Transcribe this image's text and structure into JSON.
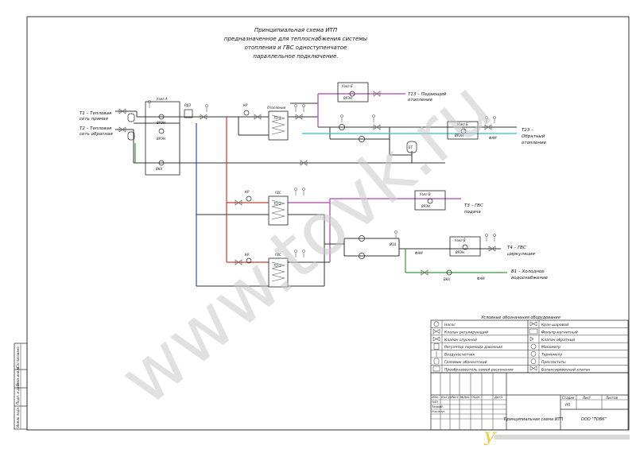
{
  "title": {
    "line1": "Принципиальная схема ИТП",
    "line2": "предназначенное для теплоснабжения системы",
    "line3": "отопления и ГВС одноступенчатое",
    "line4": "параллельное подключение."
  },
  "pipes": {
    "t1": {
      "label1": "Т1 – Тепловая",
      "label2": "сеть прямая"
    },
    "t2": {
      "label1": "Т2 – Тепловая",
      "label2": "сеть обратная"
    },
    "t13": {
      "label1": "Т13 – Подающий",
      "label2": "отопление"
    },
    "t23": {
      "label1": "Т23 –",
      "label2": "Обратный",
      "label3": "отопление"
    },
    "t3": {
      "label1": "Т3 – ГВС",
      "label2": "подача"
    },
    "t4": {
      "label1": "Т4 – ГВС",
      "label2": "циркуляция"
    },
    "b1": {
      "label1": "В1 – Холодное",
      "label2": "водоснабжение"
    }
  },
  "nodes": {
    "uzel_a": "Узел А",
    "uzel_b": "Узел Б",
    "uzel_v": "Узел В",
    "vru1": "ВРЭН",
    "vru2": "ВРЭН",
    "vru3": "ВРЭН",
    "vru4": "ВРЭН",
    "vru5": "ВРЭН",
    "vru6": "ВРЭН",
    "rd": "РДЗ",
    "vkk": "ВКХ",
    "et": "ЕТ",
    "to1": "ТО-1",
    "to_label": "Отопление",
    "gvs1": "ГВС",
    "gvs2": "ГВС",
    "to_gvs1": "ТО-2",
    "to_gvs2": "ТО-3",
    "fam1": "ФАМ",
    "fam2": "ФАМ",
    "fam3": "ФАМ",
    "kr1": "КР",
    "kr2": "КР",
    "kr3": "КР",
    "num1": "Ø10"
  },
  "legend": {
    "title": "Условные обозначения оборудования",
    "left": [
      {
        "icon": "pump-icon",
        "label": "Насос"
      },
      {
        "icon": "control-valve-icon",
        "label": "Клапан регулирующий"
      },
      {
        "icon": "drain-valve-icon",
        "label": "Клапан спускной"
      },
      {
        "icon": "pressure-regulator-icon",
        "label": "Регулятор перепада давления"
      },
      {
        "icon": "air-vent-icon",
        "label": "Воздухосчетчик"
      },
      {
        "icon": "mud-trap-icon",
        "label": "Грязевик абонентский"
      },
      {
        "icon": "flow-transducer-icon",
        "label": "Преобразователь семей расхонения"
      }
    ],
    "right": [
      {
        "icon": "ball-valve-icon",
        "label": "Кран шаровой"
      },
      {
        "icon": "mesh-filter-icon",
        "label": "Фильтр магнитный"
      },
      {
        "icon": "check-valve-icon",
        "label": "Клапан обратный"
      },
      {
        "icon": "manometer-icon",
        "label": "Манометр"
      },
      {
        "icon": "thermometer-icon",
        "label": "Термометр"
      },
      {
        "icon": "pressostat-icon",
        "label": "Прессостаты"
      },
      {
        "icon": "balance-valve-icon",
        "label": "Балансировочный клапан"
      }
    ]
  },
  "stamp": {
    "headers": [
      "Изм.",
      "Кол.уч",
      "Лист",
      "№Док.",
      "Подп.",
      "Дата"
    ],
    "roles": [
      "ГИП",
      "Разраб.",
      "Н.контр."
    ],
    "stage_header": "Стадия",
    "sheet_header": "Лист",
    "sheets_header": "Листов",
    "stage_value": "РП",
    "drawing_name": "Принципиальная схема ИТП",
    "company": "ООО \"ТОВК\""
  },
  "side_stamp": {
    "cells": [
      "Инв.№ подл.",
      "Подп. и дата",
      "Взам.инв.№",
      "Согласовано"
    ]
  },
  "watermark": "www.tovk.ru",
  "footer_logo": "У"
}
